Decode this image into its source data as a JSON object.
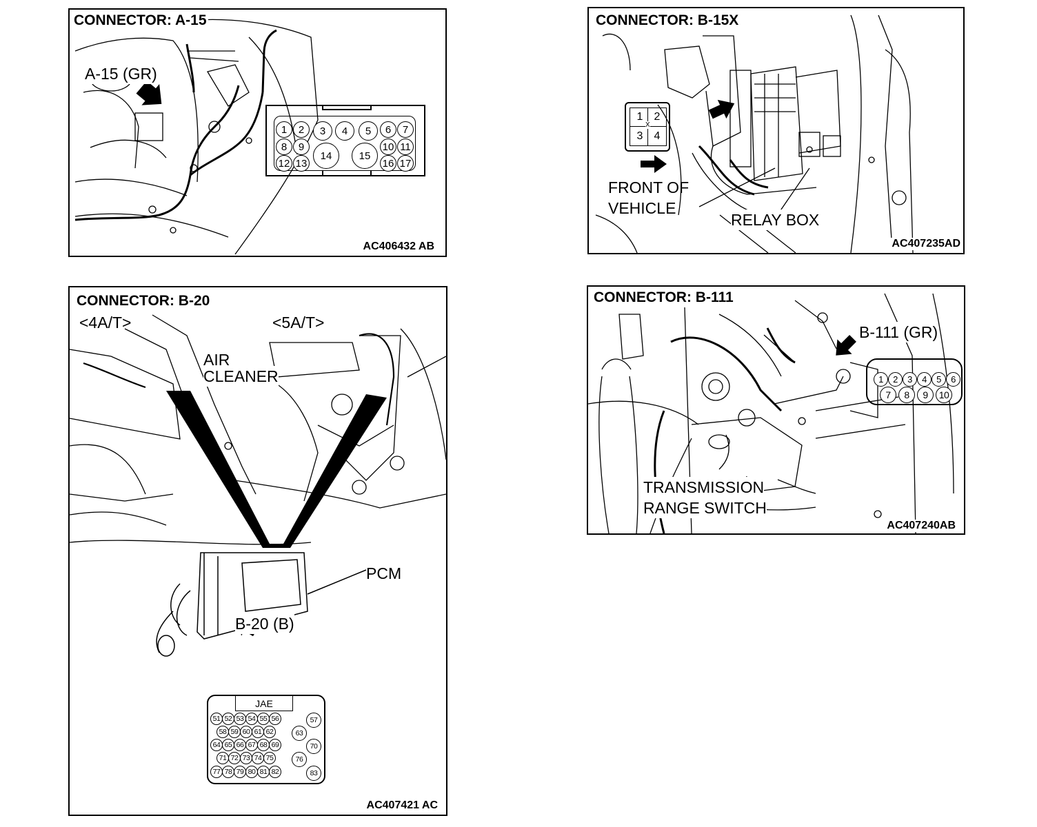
{
  "panels": {
    "a15": {
      "title": "CONNECTOR: A-15",
      "callout": "A-15 (GR)",
      "code": "AC406432 AB",
      "pins": [
        "1",
        "2",
        "3",
        "4",
        "5",
        "6",
        "7",
        "8",
        "9",
        "14",
        "15",
        "10",
        "11",
        "12",
        "13",
        "16",
        "17"
      ]
    },
    "b15x": {
      "title": "CONNECTOR: B-15X",
      "front_label_1": "FRONT OF",
      "front_label_2": "VEHICLE",
      "relay_box": "RELAY BOX",
      "code": "AC407235AD",
      "pins": [
        "1",
        "2",
        "3",
        "4"
      ],
      "x_mark": "X"
    },
    "b20": {
      "title": "CONNECTOR: B-20",
      "variant_left": "<4A/T>",
      "variant_right": "<5A/T>",
      "air_1": "AIR",
      "air_2": "CLEANER",
      "pcm": "PCM",
      "callout": "B-20 (B)",
      "maker": "JAE",
      "code": "AC407421 AC",
      "pins": [
        "51",
        "52",
        "53",
        "54",
        "55",
        "56",
        "57",
        "58",
        "59",
        "60",
        "61",
        "62",
        "63",
        "64",
        "65",
        "66",
        "67",
        "68",
        "69",
        "70",
        "71",
        "72",
        "73",
        "74",
        "75",
        "76",
        "77",
        "78",
        "79",
        "80",
        "81",
        "82",
        "83"
      ]
    },
    "b111": {
      "title": "CONNECTOR: B-111",
      "callout": "B-111 (GR)",
      "switch_1": "TRANSMISSION",
      "switch_2": "RANGE SWITCH",
      "code": "AC407240AB",
      "pins": [
        "1",
        "2",
        "3",
        "4",
        "5",
        "6",
        "7",
        "8",
        "9",
        "10"
      ]
    }
  }
}
